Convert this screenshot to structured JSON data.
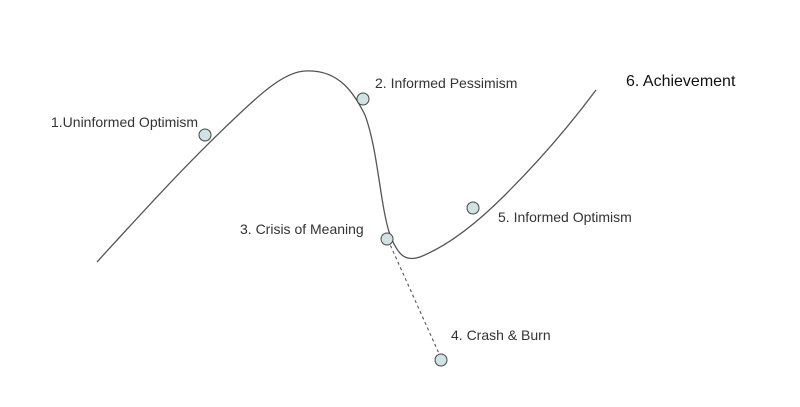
{
  "stages": [
    {
      "id": 1,
      "label": "1.Uninformed Optimism"
    },
    {
      "id": 2,
      "label": "2. Informed Pessimism"
    },
    {
      "id": 3,
      "label": "3. Crisis of Meaning"
    },
    {
      "id": 4,
      "label": "4. Crash & Burn"
    },
    {
      "id": 5,
      "label": "5. Informed Optimism"
    },
    {
      "id": 6,
      "label": "6. Achievement"
    }
  ],
  "colors": {
    "curve": "#555555",
    "marker_fill": "#cfe3e3",
    "marker_stroke": "#444444",
    "text": "#333333"
  }
}
